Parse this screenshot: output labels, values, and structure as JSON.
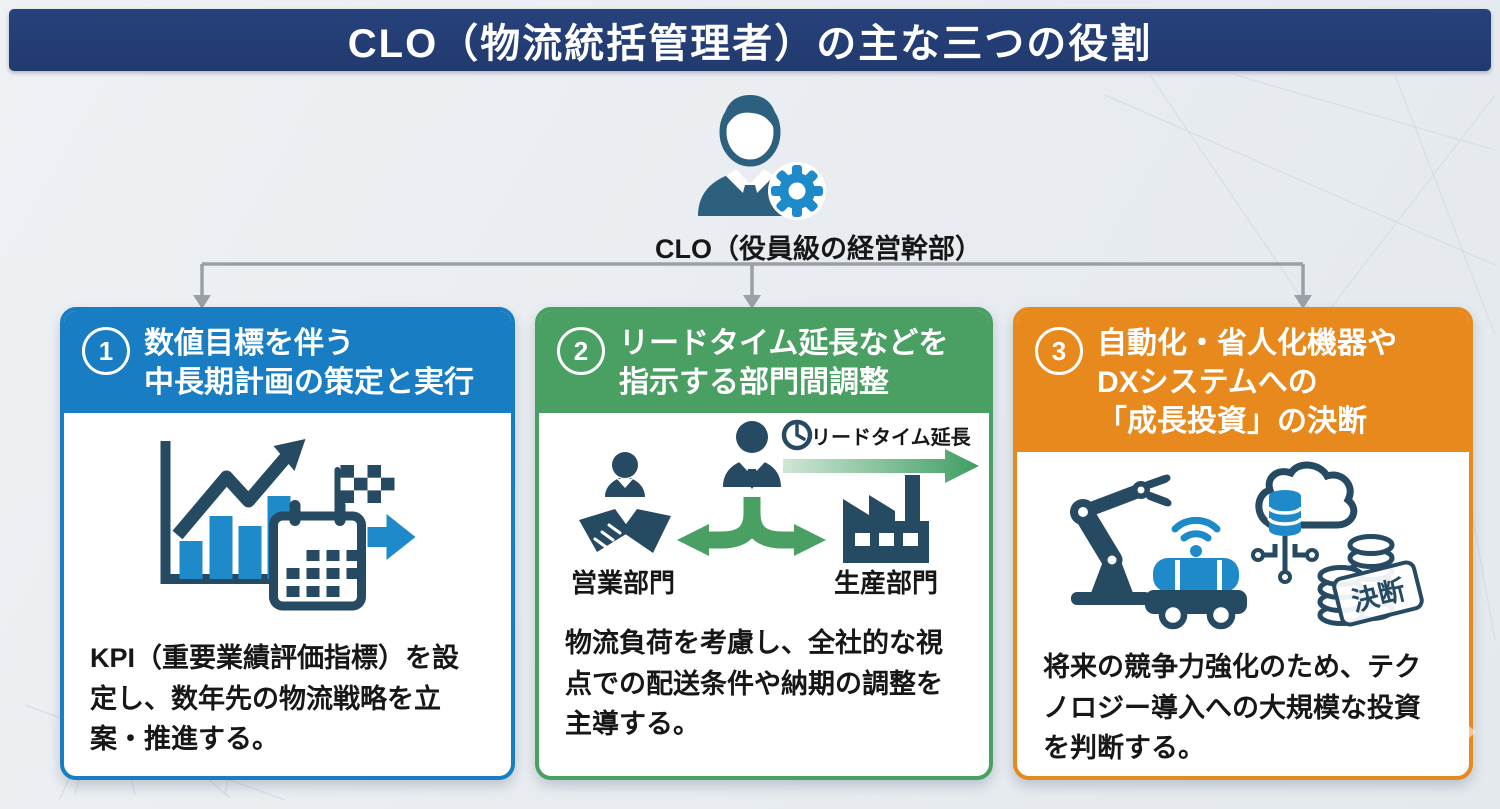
{
  "banner": {
    "title": "CLO（物流統括管理者）の主な三つの役割"
  },
  "figure": {
    "label": "CLO（役員級の経営幹部）",
    "person_icon": "business-executive-icon",
    "gear_icon": "gear-icon"
  },
  "cards": [
    {
      "number": "1",
      "title_lines": [
        "数値目標を伴う",
        "中長期計画の策定と実行"
      ],
      "body": "KPI（重要業績評価指標）を設定し、数年先の物流戦略を立案・推進する。",
      "accent": "#187dc3",
      "icons": [
        "bar-chart-icon",
        "growth-arrow-icon",
        "checkered-flag-icon",
        "calendar-icon",
        "forward-arrow-icon"
      ]
    },
    {
      "number": "2",
      "title_lines": [
        "リードタイム延長などを",
        "指示する部門間調整"
      ],
      "body": "物流負荷を考慮し、全社的な視点での配送条件や納期の調整を主導する。",
      "accent": "#4a9f63",
      "annotations": {
        "arrow_label": "リードタイム延長",
        "left_label": "営業部門",
        "right_label": "生産部門"
      },
      "icons": [
        "clo-person-icon",
        "clock-icon",
        "lead-time-arrow-icon",
        "branch-arrows-icon",
        "handshake-icon",
        "factory-icon"
      ]
    },
    {
      "number": "3",
      "title_lines": [
        "自動化・省人化機器や",
        "DXシステムへの",
        "「成長投資」の決断"
      ],
      "body": "将来の競争力強化のため、テクノロジー導入への大規模な投資を判断する。",
      "accent": "#e7891d",
      "annotations": {
        "stamp": "決断"
      },
      "icons": [
        "robot-arm-icon",
        "wifi-icon",
        "agv-vehicle-icon",
        "cloud-database-icon",
        "coin-stack-icon",
        "decision-stamp-icon"
      ]
    }
  ],
  "colors": {
    "banner_navy": "#213a6e",
    "card1_blue": "#187dc3",
    "card2_green": "#4a9f63",
    "card3_orange": "#e7891d",
    "icon_navy": "#274a63",
    "icon_blue": "#1f8ac9",
    "person_slate": "#2d607f",
    "connector_gray": "#9aa0a6",
    "background": "#e9edf1",
    "text_dark": "#171717"
  }
}
